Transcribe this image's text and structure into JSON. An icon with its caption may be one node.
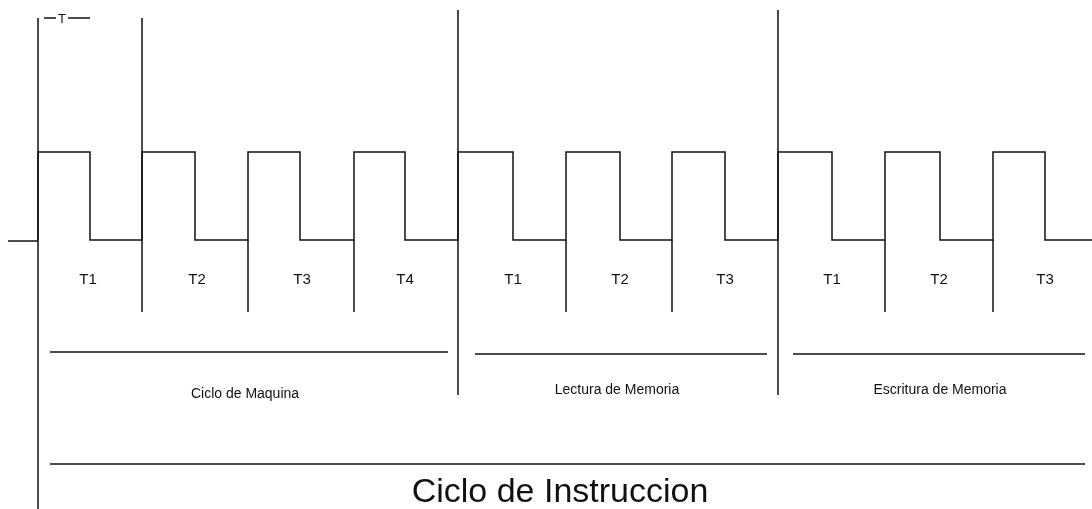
{
  "diagram": {
    "labels": [
      "T",
      "T1",
      "T2",
      "T3",
      "T4",
      "T1",
      "T2",
      "T3",
      "T1",
      "T2",
      "T3",
      "Ciclo de Maquina",
      "Lectura de Memoria",
      "Escritura de Memoria",
      "Ciclo de Instruccion"
    ]
  }
}
